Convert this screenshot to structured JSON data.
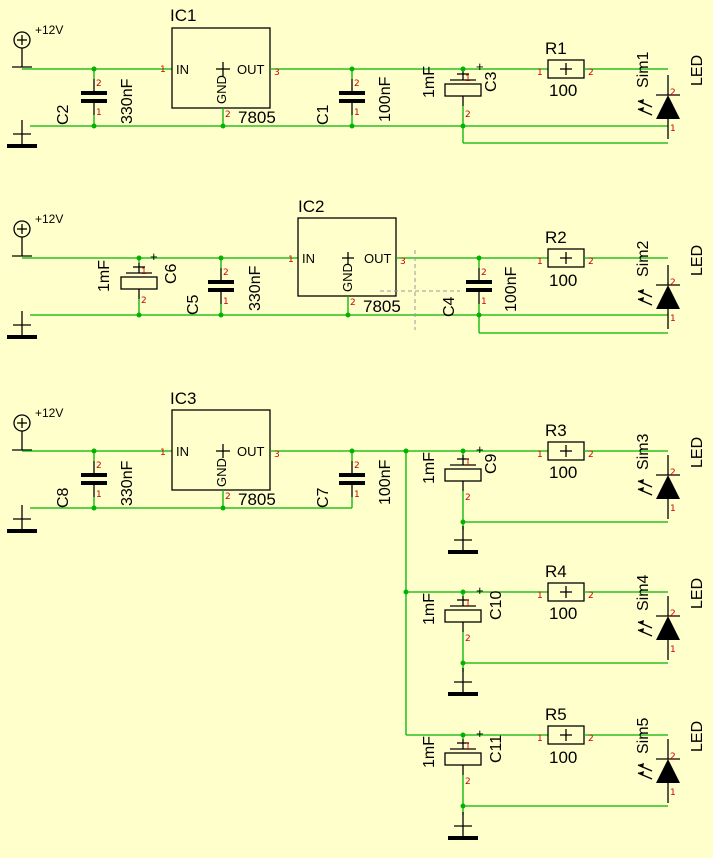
{
  "colors": {
    "background": "#ffffcc",
    "wire": "#00b400",
    "symbol": "#000000",
    "pin_number": "#cc0000"
  },
  "supply": {
    "label": "+12V"
  },
  "rows": {
    "top": {
      "supply": "+12V",
      "regulator": {
        "ref": "IC1",
        "type": "7805",
        "in": "IN",
        "out": "OUT",
        "gnd": "GND"
      },
      "c_in": {
        "ref": "C2",
        "value": "330nF"
      },
      "c_out": {
        "ref": "C1",
        "value": "100nF"
      },
      "c_elec": {
        "ref": "C3",
        "value": "1mF"
      },
      "resistor": {
        "ref": "R1",
        "value": "100"
      },
      "led": {
        "ref": "Sim1",
        "value": "LED"
      }
    },
    "mid": {
      "supply": "+12V",
      "regulator": {
        "ref": "IC2",
        "type": "7805",
        "in": "IN",
        "out": "OUT",
        "gnd": "GND"
      },
      "c_elec": {
        "ref": "C6",
        "value": "1mF"
      },
      "c_in": {
        "ref": "C5",
        "value": "330nF"
      },
      "c_out": {
        "ref": "C4",
        "value": "100nF"
      },
      "resistor": {
        "ref": "R2",
        "value": "100"
      },
      "led": {
        "ref": "Sim2",
        "value": "LED"
      }
    },
    "bot": {
      "supply": "+12V",
      "regulator": {
        "ref": "IC3",
        "type": "7805",
        "in": "IN",
        "out": "OUT",
        "gnd": "GND"
      },
      "c_in": {
        "ref": "C8",
        "value": "330nF"
      },
      "c_out": {
        "ref": "C7",
        "value": "100nF"
      },
      "branches": [
        {
          "c_elec": {
            "ref": "C9",
            "value": "1mF"
          },
          "resistor": {
            "ref": "R3",
            "value": "100"
          },
          "led": {
            "ref": "Sim3",
            "value": "LED"
          }
        },
        {
          "c_elec": {
            "ref": "C10",
            "value": "1mF"
          },
          "resistor": {
            "ref": "R4",
            "value": "100"
          },
          "led": {
            "ref": "Sim4",
            "value": "LED"
          }
        },
        {
          "c_elec": {
            "ref": "C11",
            "value": "1mF"
          },
          "resistor": {
            "ref": "R5",
            "value": "100"
          },
          "led": {
            "ref": "Sim5",
            "value": "LED"
          }
        }
      ]
    }
  },
  "pin_numbers": {
    "one": "1",
    "two": "2",
    "three": "3"
  }
}
